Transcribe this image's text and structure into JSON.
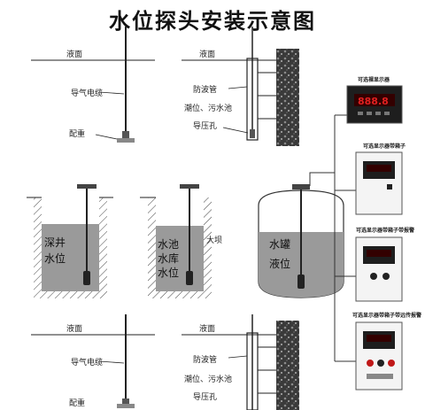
{
  "title": "水位探头安装示意图",
  "panels": {
    "top_left": {
      "surface": "液面",
      "cable": "导气电缆",
      "weight": "配重"
    },
    "top_mid": {
      "surface": "液面",
      "pipe": "防波管",
      "place": "潮位、污水池",
      "hole": "导压孔"
    },
    "well": {
      "line1": "深井",
      "line2": "水位"
    },
    "pool": {
      "line1": "水池",
      "line2": "水库",
      "line3": "水位",
      "dam": "大坝"
    },
    "tank": {
      "line1": "水罐",
      "line2": "液位"
    },
    "bot_left": {
      "surface": "液面",
      "cable": "导气电缆",
      "weight": "配重"
    },
    "bot_mid": {
      "surface": "液面",
      "pipe": "防波管",
      "place": "潮位、污水池",
      "hole": "导压孔"
    }
  },
  "displays": {
    "bare": "可选裸显示器",
    "box1": "可选显示器带箱子",
    "box2": "可选显示器带箱子带报警",
    "box3": "可选显示器带箱子带远传报警",
    "readout": "888.8"
  },
  "colors": {
    "water": "#9a9a9a",
    "lcd": "#e02020",
    "panel": "#1e1e1e"
  }
}
